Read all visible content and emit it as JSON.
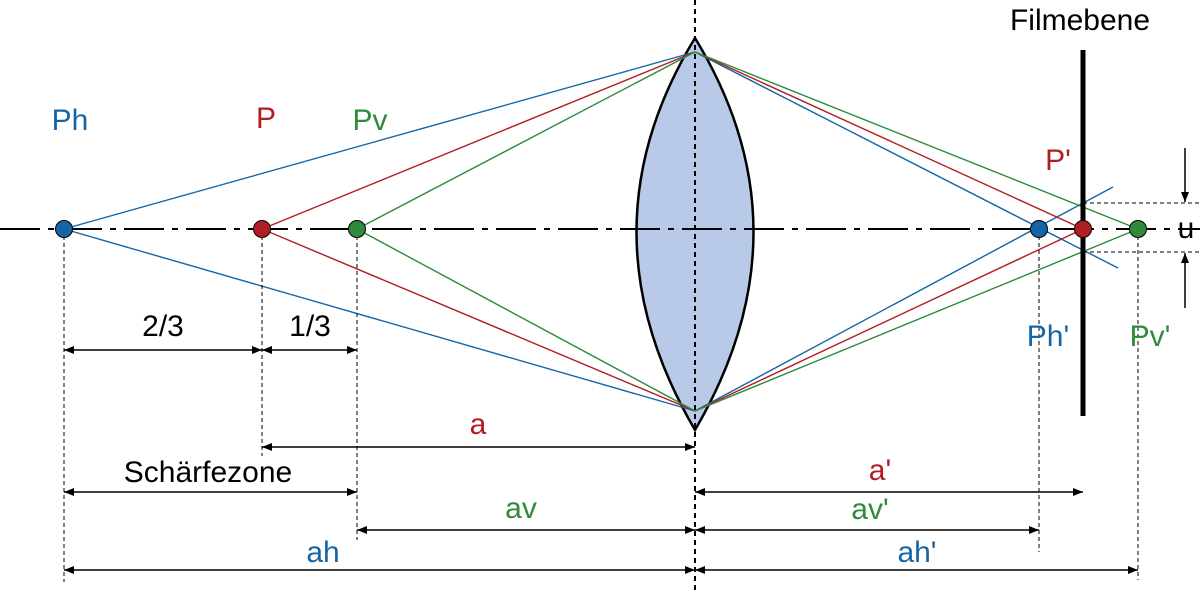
{
  "colors": {
    "blue": "#1565a6",
    "red": "#b01e23",
    "green": "#2e8b3a",
    "lens_fill": "#b9c9e8",
    "black": "#000000"
  },
  "labels": {
    "film_plane": "Filmebene",
    "ph": "Ph",
    "p": "P",
    "pv": "Pv",
    "p_prime": "P'",
    "ph_prime": "Ph'",
    "pv_prime": "Pv'",
    "u": "u",
    "two_thirds": "2/3",
    "one_third": "1/3",
    "a": "a",
    "depth_of_field": "Schärfezone",
    "a_prime": "a'",
    "av": "av",
    "av_prime": "av'",
    "ah": "ah",
    "ah_prime": "ah'"
  }
}
